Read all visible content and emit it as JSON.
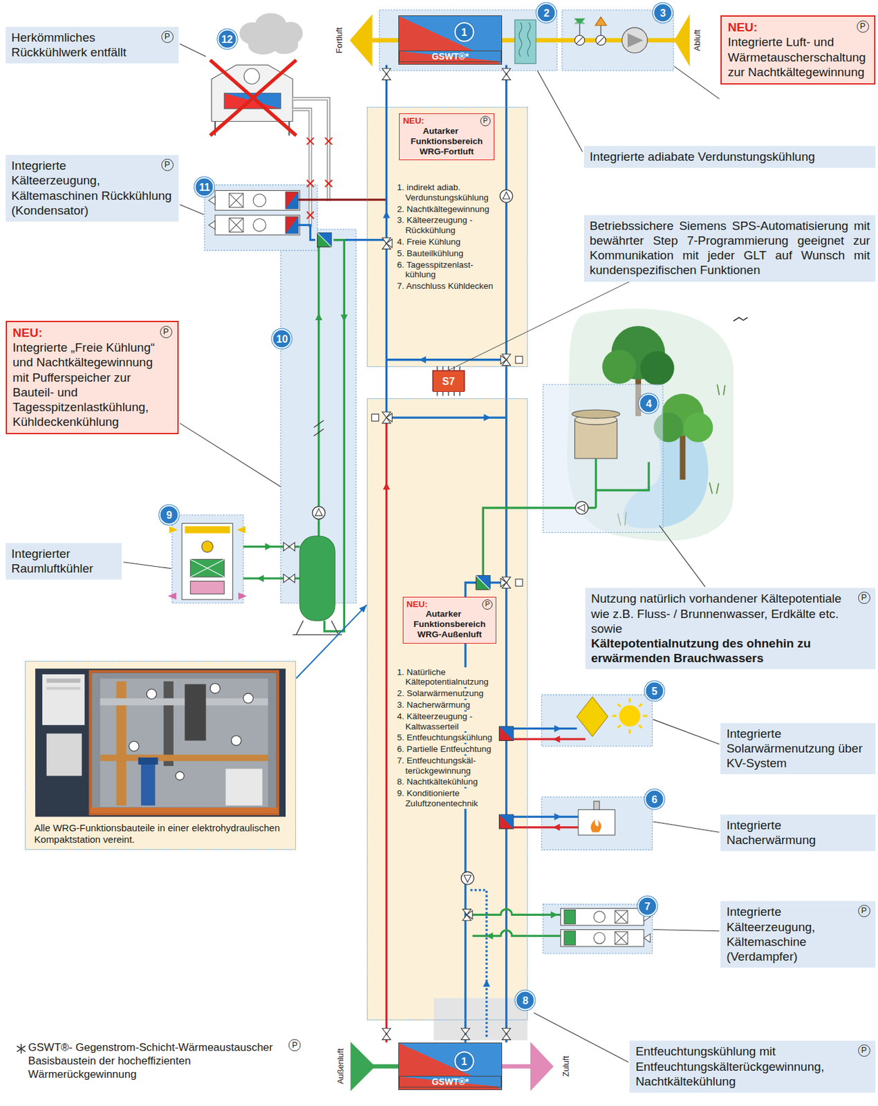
{
  "diagram": {
    "nodes": [
      {
        "text": [
          "Herkömmliches Rückkühlwerk entfällt",
          "P"
        ]
      },
      {
        "text": [
          "Integrierte Kälteerzeugung, Kältemaschinen Rückkühlung (Kondensator)",
          "P"
        ]
      },
      {
        "text": [
          "NEU:",
          "Integrierte „Freie Kühlung“ und Nachtkältegewinnung mit Pufferspeicher zur Bauteil- und Tagesspitzenlastkühlung, Kühldeckenkühlung",
          "P"
        ]
      },
      {
        "text": [
          "Integrierter Raumluftkühler"
        ]
      },
      {
        "text": [
          "Alle WRG-Funktionsbauteile in einer elektrohydraulischen Kompaktstation vereint."
        ]
      },
      {
        "text": [
          "GSWT®*"
        ]
      },
      {
        "text": [
          "1. indirekt adiab. Verdunstungskühlung",
          "2. Nachtkältegewinnung",
          "3. Kälteerzeugung - Rückkühlung",
          "4. Freie Kühlung",
          "5. Bauteilkühlung",
          "6. Tagesspitzenlast- kühlung",
          "7. Anschluss Kühldecken"
        ]
      },
      {
        "text": [
          "NEU:",
          "P",
          "Autarker Funktionsbereich WRG-Fortluft"
        ],
        "in": 6
      },
      {
        "text": [
          "S7"
        ]
      },
      {
        "text": [
          "1. Natürliche Kältepotentialnutzung",
          "2. Solarwärmenutzung",
          "3. Nacherwärmung",
          "4. Kälteerzeugung - Kaltwasserteil",
          "5. Entfeuchtungskühlung",
          "6. Partielle Entfeuchtung",
          "7. Entfeuchtungskäl- terückgewinnung",
          "8. Nachtkältekühlung",
          "9. Konditionierte Zuluftzonentechnik"
        ]
      },
      {
        "text": [
          "NEU:",
          "P",
          "Autarker Funktionsbereich WRG-Außenluft"
        ],
        "in": 9
      },
      {
        "text": [
          "GSWT®*"
        ]
      },
      {
        "text": [
          "NEU:",
          "Integrierte Luft- und Wärmetauscherschaltung zur Nachtkältegewinnung",
          "P"
        ]
      },
      {
        "text": [
          "Integrierte adiabate Verdunstungskühlung"
        ]
      },
      {
        "text": [
          "Betriebssichere Siemens SPS-Automatisierung mit bewährter Step 7-Programmierung geeignet zur Kommunikation mit jeder GLT auf Wunsch mit kundenspezifischen Funktionen"
        ]
      },
      {
        "text": [
          "Nutzung natürlich vorhandener Kältepotentiale wie z.B. Fluss- / Brunnenwasser, Erdkälte etc. sowie",
          "Kältepotentialnutzung des ohnehin zu erwärmenden Brauchwassers",
          "P"
        ]
      },
      {
        "text": [
          "Integrierte Solarwärmenutzung über KV-System"
        ]
      },
      {
        "text": [
          "Integrierte Nacherwärmung"
        ]
      },
      {
        "text": [
          "Integrierte Kälteerzeugung, Kältemaschine (Verdampfer)",
          "P"
        ]
      },
      {
        "text": [
          "Entfeuchtungskühlung mit Entfeuchtungskälterückgewinnung, Nachtkältekühlung",
          "P"
        ]
      }
    ],
    "edges": [
      {
        "from": 4,
        "to": 9,
        "arrow": "to"
      },
      {
        "from": 14,
        "to": 8,
        "arrow": "none"
      }
    ],
    "labels": [
      "12",
      "1",
      "2",
      "3",
      "11",
      "10",
      "9",
      "4",
      "5",
      "6",
      "7",
      "8",
      "1",
      "Fortluft",
      "Abluft",
      "Außenluft",
      "Zuluft",
      "GSWT®- Gegenstrom-Schicht-Wärmeaustauscher Basisbaustein der hocheffizienten Wärmerückgewinnung",
      "P"
    ]
  }
}
